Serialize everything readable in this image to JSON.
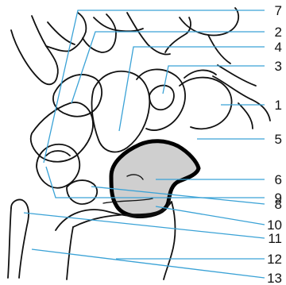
{
  "labels": [
    "7",
    "2",
    "4",
    "3",
    "1",
    "5",
    "6",
    "9",
    "8",
    "10",
    "11",
    "12",
    "13"
  ],
  "colors": {
    "leader": "#3aa2d6",
    "outline": "#111111",
    "highlight_fill": "#cfcfcf",
    "highlight_stroke": "#000000"
  }
}
